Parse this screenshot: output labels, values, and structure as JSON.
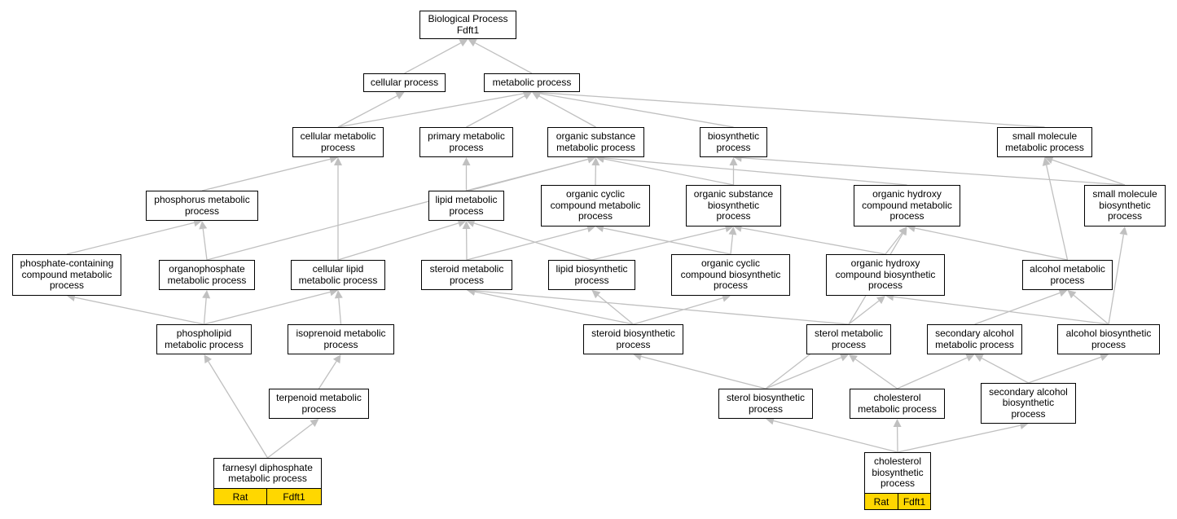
{
  "nodes": {
    "n_root": "Biological Process\nFdft1",
    "n_cellular": "cellular process",
    "n_metabolic": "metabolic process",
    "n_cell_met": "cellular metabolic\nprocess",
    "n_primary": "primary metabolic\nprocess",
    "n_org_sub_met": "organic substance\nmetabolic process",
    "n_biosynth": "biosynthetic\nprocess",
    "n_small_mol_met": "small molecule\nmetabolic process",
    "n_phosphorus": "phosphorus metabolic\nprocess",
    "n_lipid_met": "lipid metabolic\nprocess",
    "n_org_cyc_met": "organic cyclic\ncompound metabolic\nprocess",
    "n_org_sub_bio": "organic substance\nbiosynthetic\nprocess",
    "n_org_hyd_met": "organic hydroxy\ncompound metabolic\nprocess",
    "n_small_mol_bio": "small molecule\nbiosynthetic\nprocess",
    "n_phos_cont": "phosphate-containing\ncompound metabolic\nprocess",
    "n_organophos": "organophosphate\nmetabolic process",
    "n_cell_lipid": "cellular lipid\nmetabolic process",
    "n_steroid_met": "steroid metabolic\nprocess",
    "n_lipid_bio": "lipid biosynthetic\nprocess",
    "n_org_cyc_bio": "organic cyclic\ncompound biosynthetic\nprocess",
    "n_org_hyd_bio": "organic hydroxy\ncompound biosynthetic\nprocess",
    "n_alcohol_met": "alcohol metabolic\nprocess",
    "n_phospholipid": "phospholipid\nmetabolic process",
    "n_isoprenoid": "isoprenoid metabolic\nprocess",
    "n_steroid_bio": "steroid biosynthetic\nprocess",
    "n_sterol_met": "sterol metabolic\nprocess",
    "n_sec_alc_met": "secondary alcohol\nmetabolic process",
    "n_alcohol_bio": "alcohol biosynthetic\nprocess",
    "n_terpenoid": "terpenoid metabolic\nprocess",
    "n_sterol_bio": "sterol biosynthetic\nprocess",
    "n_chol_met": "cholesterol\nmetabolic process",
    "n_sec_alc_bio": "secondary alcohol\nbiosynthetic\nprocess"
  },
  "annotated": {
    "a_farnesyl": {
      "label": "farnesyl diphosphate\nmetabolic process",
      "species": "Rat",
      "gene": "Fdft1"
    },
    "a_chol_bio": {
      "label": "cholesterol\nbiosynthetic\nprocess",
      "species": "Rat",
      "gene": "Fdft1"
    }
  },
  "colors": {
    "annotation_fill": "#ffd700",
    "edge": "#c0c0c0"
  },
  "edges": [
    [
      "n_cellular",
      "n_root"
    ],
    [
      "n_metabolic",
      "n_root"
    ],
    [
      "n_cell_met",
      "n_cellular"
    ],
    [
      "n_cell_met",
      "n_metabolic"
    ],
    [
      "n_primary",
      "n_metabolic"
    ],
    [
      "n_org_sub_met",
      "n_metabolic"
    ],
    [
      "n_biosynth",
      "n_metabolic"
    ],
    [
      "n_small_mol_met",
      "n_metabolic"
    ],
    [
      "n_phosphorus",
      "n_cell_met"
    ],
    [
      "n_cell_lipid",
      "n_cell_met"
    ],
    [
      "n_lipid_met",
      "n_primary"
    ],
    [
      "n_lipid_met",
      "n_org_sub_met"
    ],
    [
      "n_org_cyc_met",
      "n_org_sub_met"
    ],
    [
      "n_org_sub_bio",
      "n_org_sub_met"
    ],
    [
      "n_org_sub_bio",
      "n_biosynth"
    ],
    [
      "n_org_hyd_met",
      "n_org_sub_met"
    ],
    [
      "n_small_mol_bio",
      "n_biosynth"
    ],
    [
      "n_small_mol_bio",
      "n_small_mol_met"
    ],
    [
      "n_organophos",
      "n_org_sub_met"
    ],
    [
      "n_phos_cont",
      "n_phosphorus"
    ],
    [
      "n_organophos",
      "n_phosphorus"
    ],
    [
      "n_cell_lipid",
      "n_lipid_met"
    ],
    [
      "n_steroid_met",
      "n_lipid_met"
    ],
    [
      "n_steroid_met",
      "n_org_cyc_met"
    ],
    [
      "n_lipid_bio",
      "n_lipid_met"
    ],
    [
      "n_lipid_bio",
      "n_org_sub_bio"
    ],
    [
      "n_org_cyc_bio",
      "n_org_cyc_met"
    ],
    [
      "n_org_cyc_bio",
      "n_org_sub_bio"
    ],
    [
      "n_org_hyd_bio",
      "n_org_hyd_met"
    ],
    [
      "n_org_hyd_bio",
      "n_org_sub_bio"
    ],
    [
      "n_alcohol_met",
      "n_org_hyd_met"
    ],
    [
      "n_alcohol_met",
      "n_small_mol_met"
    ],
    [
      "n_phospholipid",
      "n_phos_cont"
    ],
    [
      "n_phospholipid",
      "n_organophos"
    ],
    [
      "n_phospholipid",
      "n_cell_lipid"
    ],
    [
      "n_isoprenoid",
      "n_cell_lipid"
    ],
    [
      "n_steroid_bio",
      "n_steroid_met"
    ],
    [
      "n_steroid_bio",
      "n_lipid_bio"
    ],
    [
      "n_steroid_bio",
      "n_org_cyc_bio"
    ],
    [
      "n_sterol_met",
      "n_steroid_met"
    ],
    [
      "n_sterol_met",
      "n_org_hyd_met"
    ],
    [
      "n_sec_alc_met",
      "n_alcohol_met"
    ],
    [
      "n_alcohol_bio",
      "n_alcohol_met"
    ],
    [
      "n_alcohol_bio",
      "n_small_mol_bio"
    ],
    [
      "n_alcohol_bio",
      "n_org_hyd_bio"
    ],
    [
      "n_terpenoid",
      "n_isoprenoid"
    ],
    [
      "n_sterol_bio",
      "n_steroid_bio"
    ],
    [
      "n_sterol_bio",
      "n_sterol_met"
    ],
    [
      "n_sterol_bio",
      "n_org_hyd_bio"
    ],
    [
      "n_chol_met",
      "n_sterol_met"
    ],
    [
      "n_chol_met",
      "n_sec_alc_met"
    ],
    [
      "n_sec_alc_bio",
      "n_sec_alc_met"
    ],
    [
      "n_sec_alc_bio",
      "n_alcohol_bio"
    ],
    [
      "a_farnesyl",
      "n_terpenoid"
    ],
    [
      "a_farnesyl",
      "n_phospholipid"
    ],
    [
      "a_chol_bio",
      "n_sterol_bio"
    ],
    [
      "a_chol_bio",
      "n_chol_met"
    ],
    [
      "a_chol_bio",
      "n_sec_alc_bio"
    ]
  ]
}
